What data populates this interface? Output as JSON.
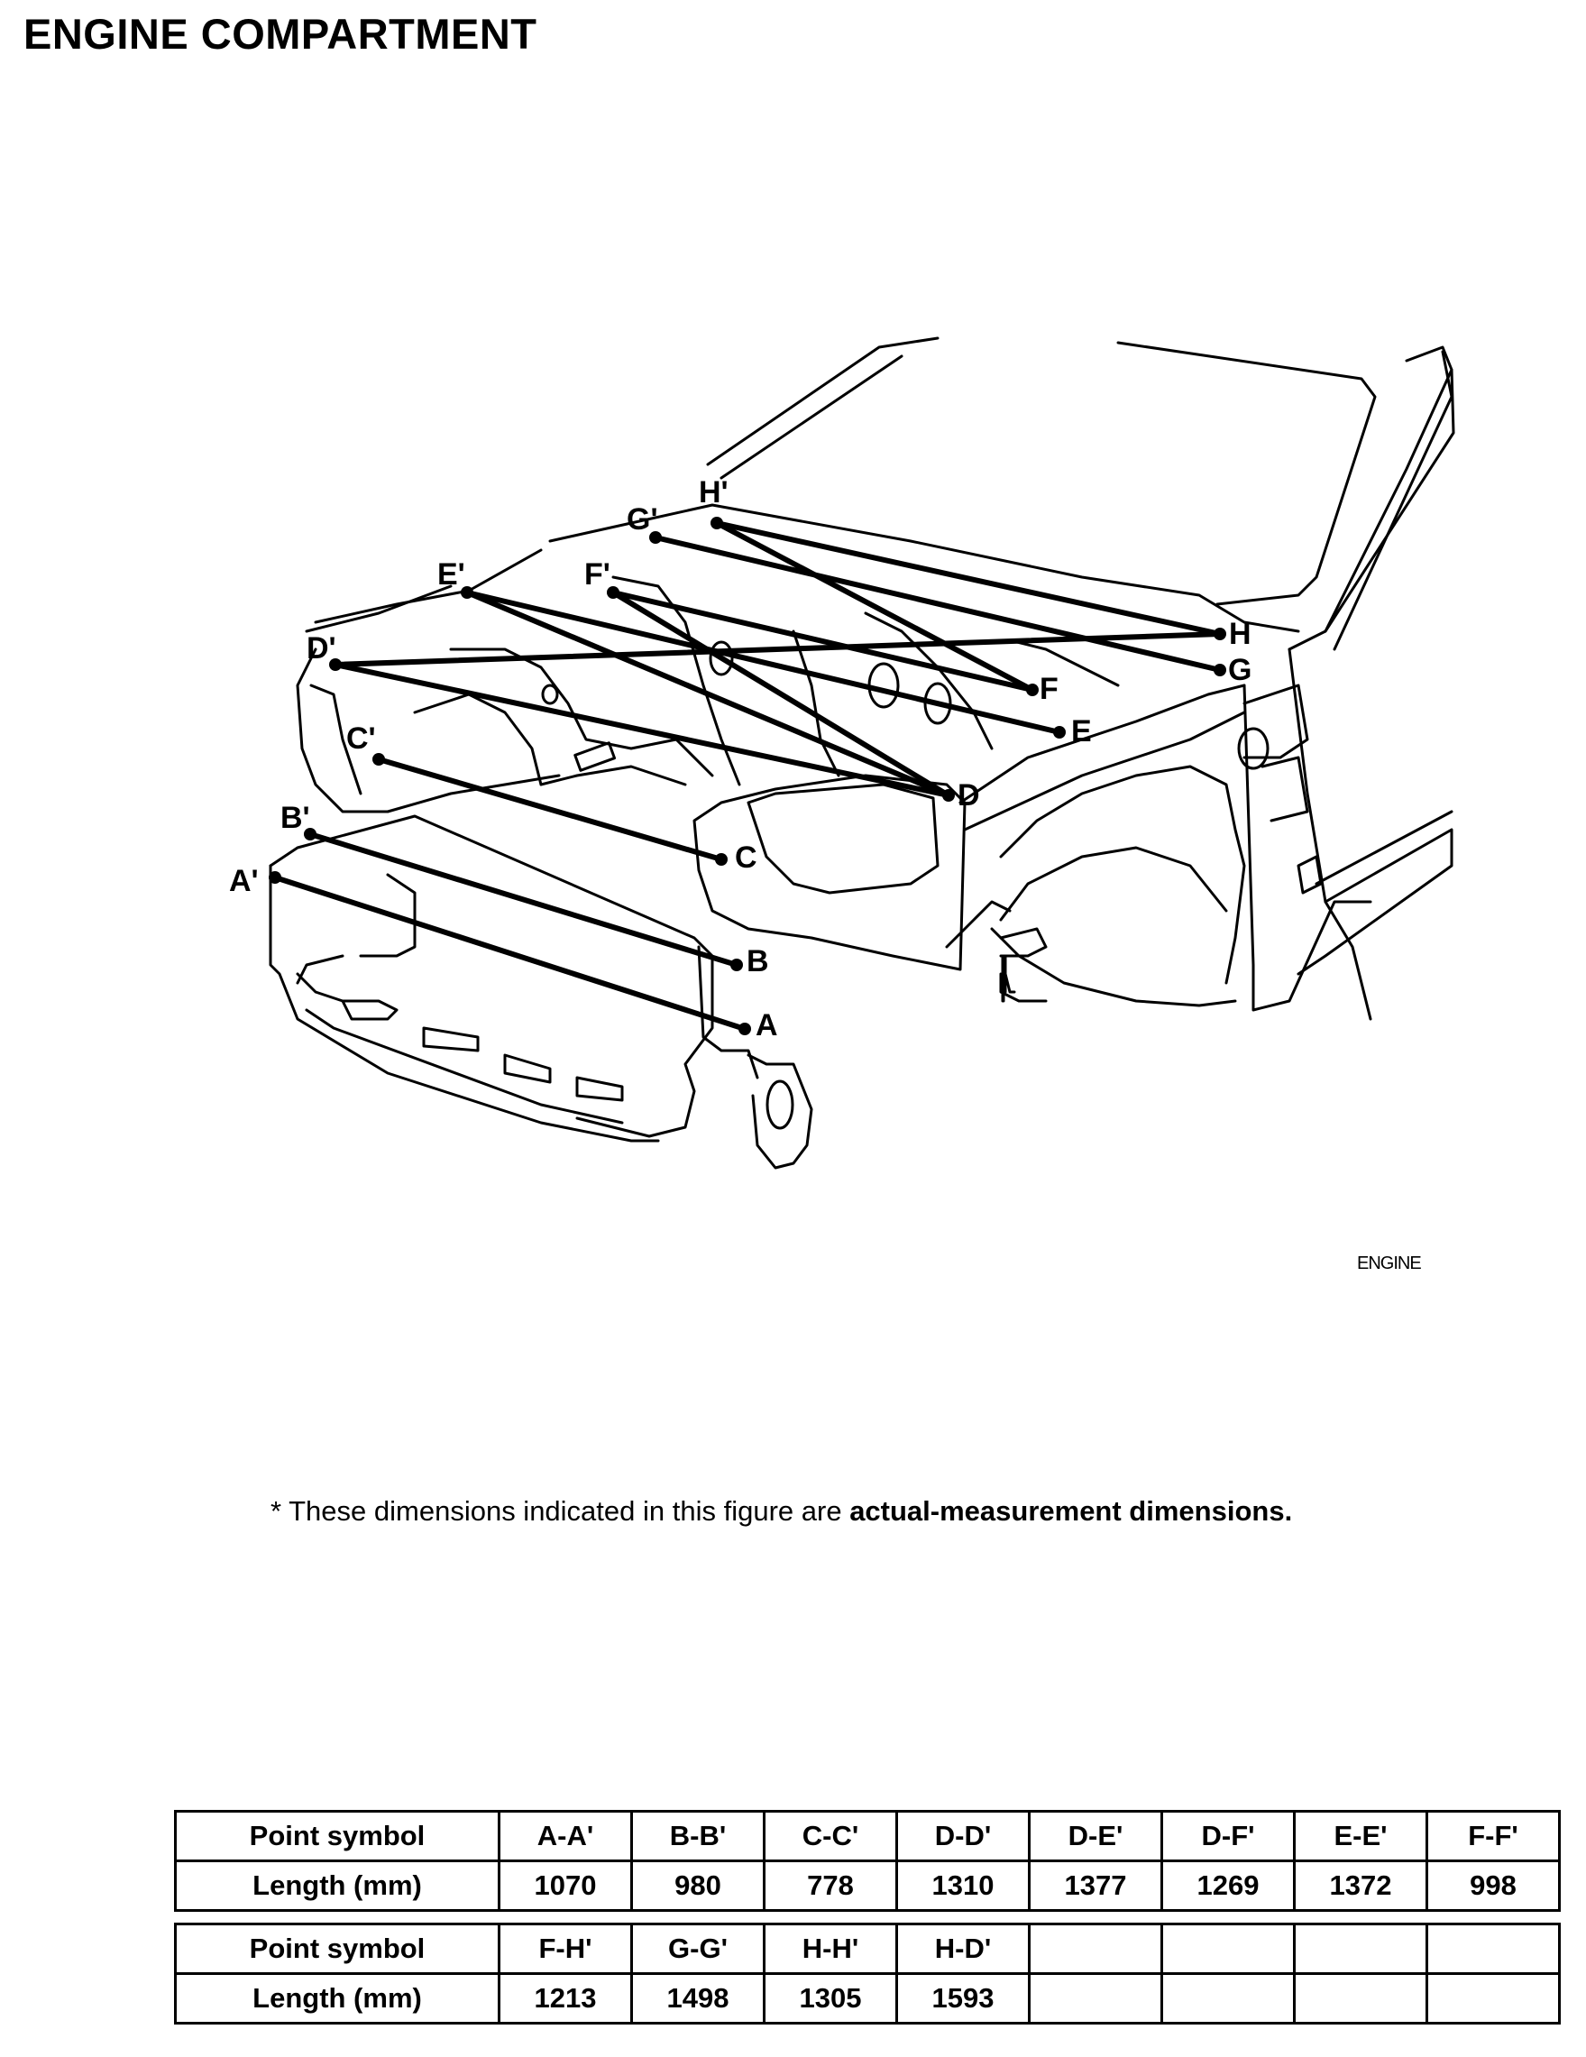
{
  "title": "ENGINE COMPARTMENT",
  "figure_tag": "ENGINE",
  "note": {
    "prefix": "* These dimensions indicated in this figure are ",
    "emphasis": "actual-measurement dimensions."
  },
  "point_labels": {
    "A": "A",
    "B": "B",
    "C": "C",
    "D": "D",
    "E": "E",
    "F": "F",
    "G": "G",
    "H": "H",
    "Ap": "A'",
    "Bp": "B'",
    "Cp": "C'",
    "Dp": "D'",
    "Ep": "E'",
    "Fp": "F'",
    "Gp": "G'",
    "Hp": "H'"
  },
  "tables": [
    {
      "row_labels": [
        "Point symbol",
        "Length (mm)"
      ],
      "symbols": [
        "A-A'",
        "B-B'",
        "C-C'",
        "D-D'",
        "D-E'",
        "D-F'",
        "E-E'",
        "F-F'"
      ],
      "lengths": [
        "1070",
        "980",
        "778",
        "1310",
        "1377",
        "1269",
        "1372",
        "998"
      ]
    },
    {
      "row_labels": [
        "Point symbol",
        "Length (mm)"
      ],
      "symbols": [
        "F-H'",
        "G-G'",
        "H-H'",
        "H-D'",
        "",
        "",
        "",
        ""
      ],
      "lengths": [
        "1213",
        "1498",
        "1305",
        "1593",
        "",
        "",
        "",
        ""
      ]
    }
  ]
}
